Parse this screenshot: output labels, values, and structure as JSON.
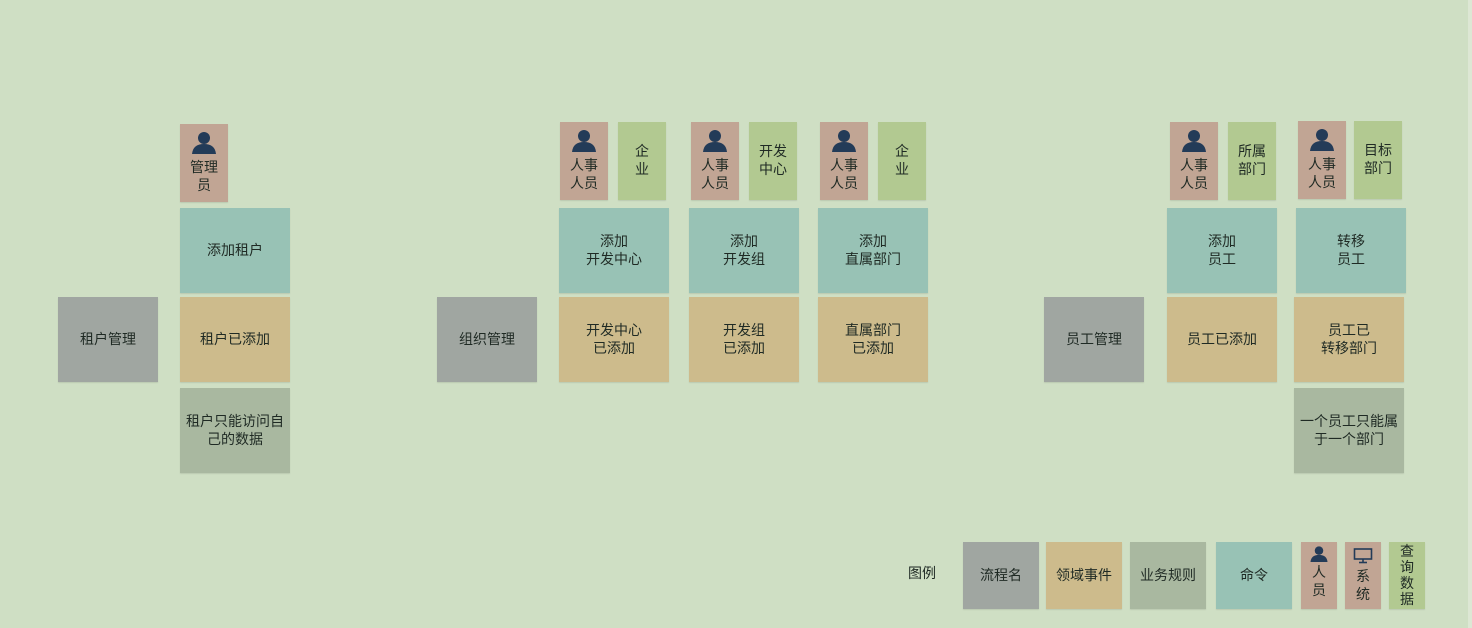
{
  "colors": {
    "background": "#cfdfc4",
    "flow": "#a0a6a1",
    "event": "#cdbb8c",
    "rule": "#a9b8a0",
    "command": "#98c2b5",
    "query": "#b2c991",
    "actor": "#c1a594",
    "icon": "#233b58"
  },
  "tenant": {
    "flow": "租户管理",
    "actor": "管理\n员",
    "command": "添加租户",
    "event": "租户已添加",
    "rule": "租户只能访问自\n己的数据"
  },
  "org": {
    "flow": "组织管理",
    "columns": [
      {
        "actor": "人事\n人员",
        "query": "企\n业",
        "command": "添加\n开发中心",
        "event": "开发中心\n已添加"
      },
      {
        "actor": "人事\n人员",
        "query": "开发\n中心",
        "command": "添加\n开发组",
        "event": "开发组\n已添加"
      },
      {
        "actor": "人事\n人员",
        "query": "企\n业",
        "command": "添加\n直属部门",
        "event": "直属部门\n已添加"
      }
    ]
  },
  "employee": {
    "flow": "员工管理",
    "columns": [
      {
        "actor": "人事\n人员",
        "query": "所属\n部门",
        "command": "添加\n员工",
        "event": "员工已添加"
      },
      {
        "actor": "人事\n人员",
        "query": "目标\n部门",
        "command": "转移\n员工",
        "event": "员工已\n转移部门",
        "rule": "一个员工只能属\n于一个部门"
      }
    ]
  },
  "legend": {
    "title": "图例",
    "flow": "流程名",
    "event": "领域事件",
    "rule": "业务规则",
    "command": "命令",
    "person": "人\n员",
    "person_icon": "person-icon",
    "system": "系\n统",
    "system_icon": "monitor-icon",
    "query": "查\n询\n数\n据"
  }
}
